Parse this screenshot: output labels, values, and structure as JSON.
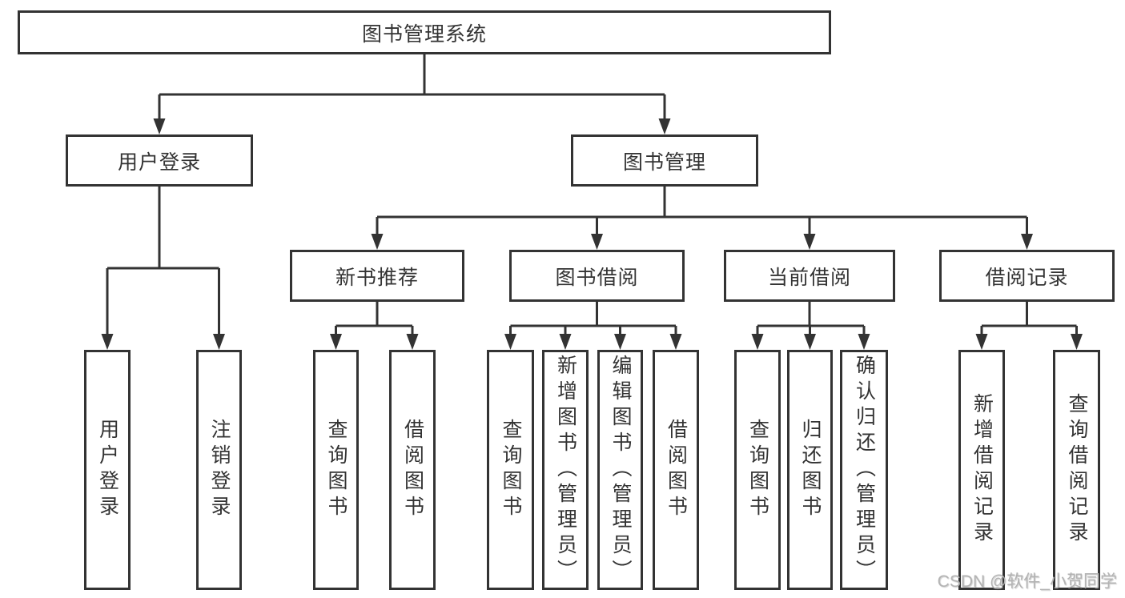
{
  "tree": {
    "root": "图书管理系统",
    "branches": [
      {
        "label": "用户登录",
        "leaves": [
          "用户登录",
          "注销登录"
        ]
      },
      {
        "label": "图书管理",
        "groups": [
          {
            "label": "新书推荐",
            "leaves": [
              "查询图书",
              "借阅图书"
            ]
          },
          {
            "label": "图书借阅",
            "leaves": [
              "查询图书",
              "新增图书（管理员）",
              "编辑图书（管理员）",
              "借阅图书"
            ]
          },
          {
            "label": "当前借阅",
            "leaves": [
              "查询图书",
              "归还图书",
              "确认归还（管理员）"
            ]
          },
          {
            "label": "借阅记录",
            "leaves": [
              "新增借阅记录",
              "查询借阅记录"
            ]
          }
        ]
      }
    ]
  },
  "watermark": {
    "text": "CSDN @软件_小贺同学"
  },
  "colors": {
    "line": "#333333",
    "text": "#333333",
    "box_fill": "#ffffff",
    "watermark": "#b3b3b3",
    "background": "#ffffff"
  }
}
